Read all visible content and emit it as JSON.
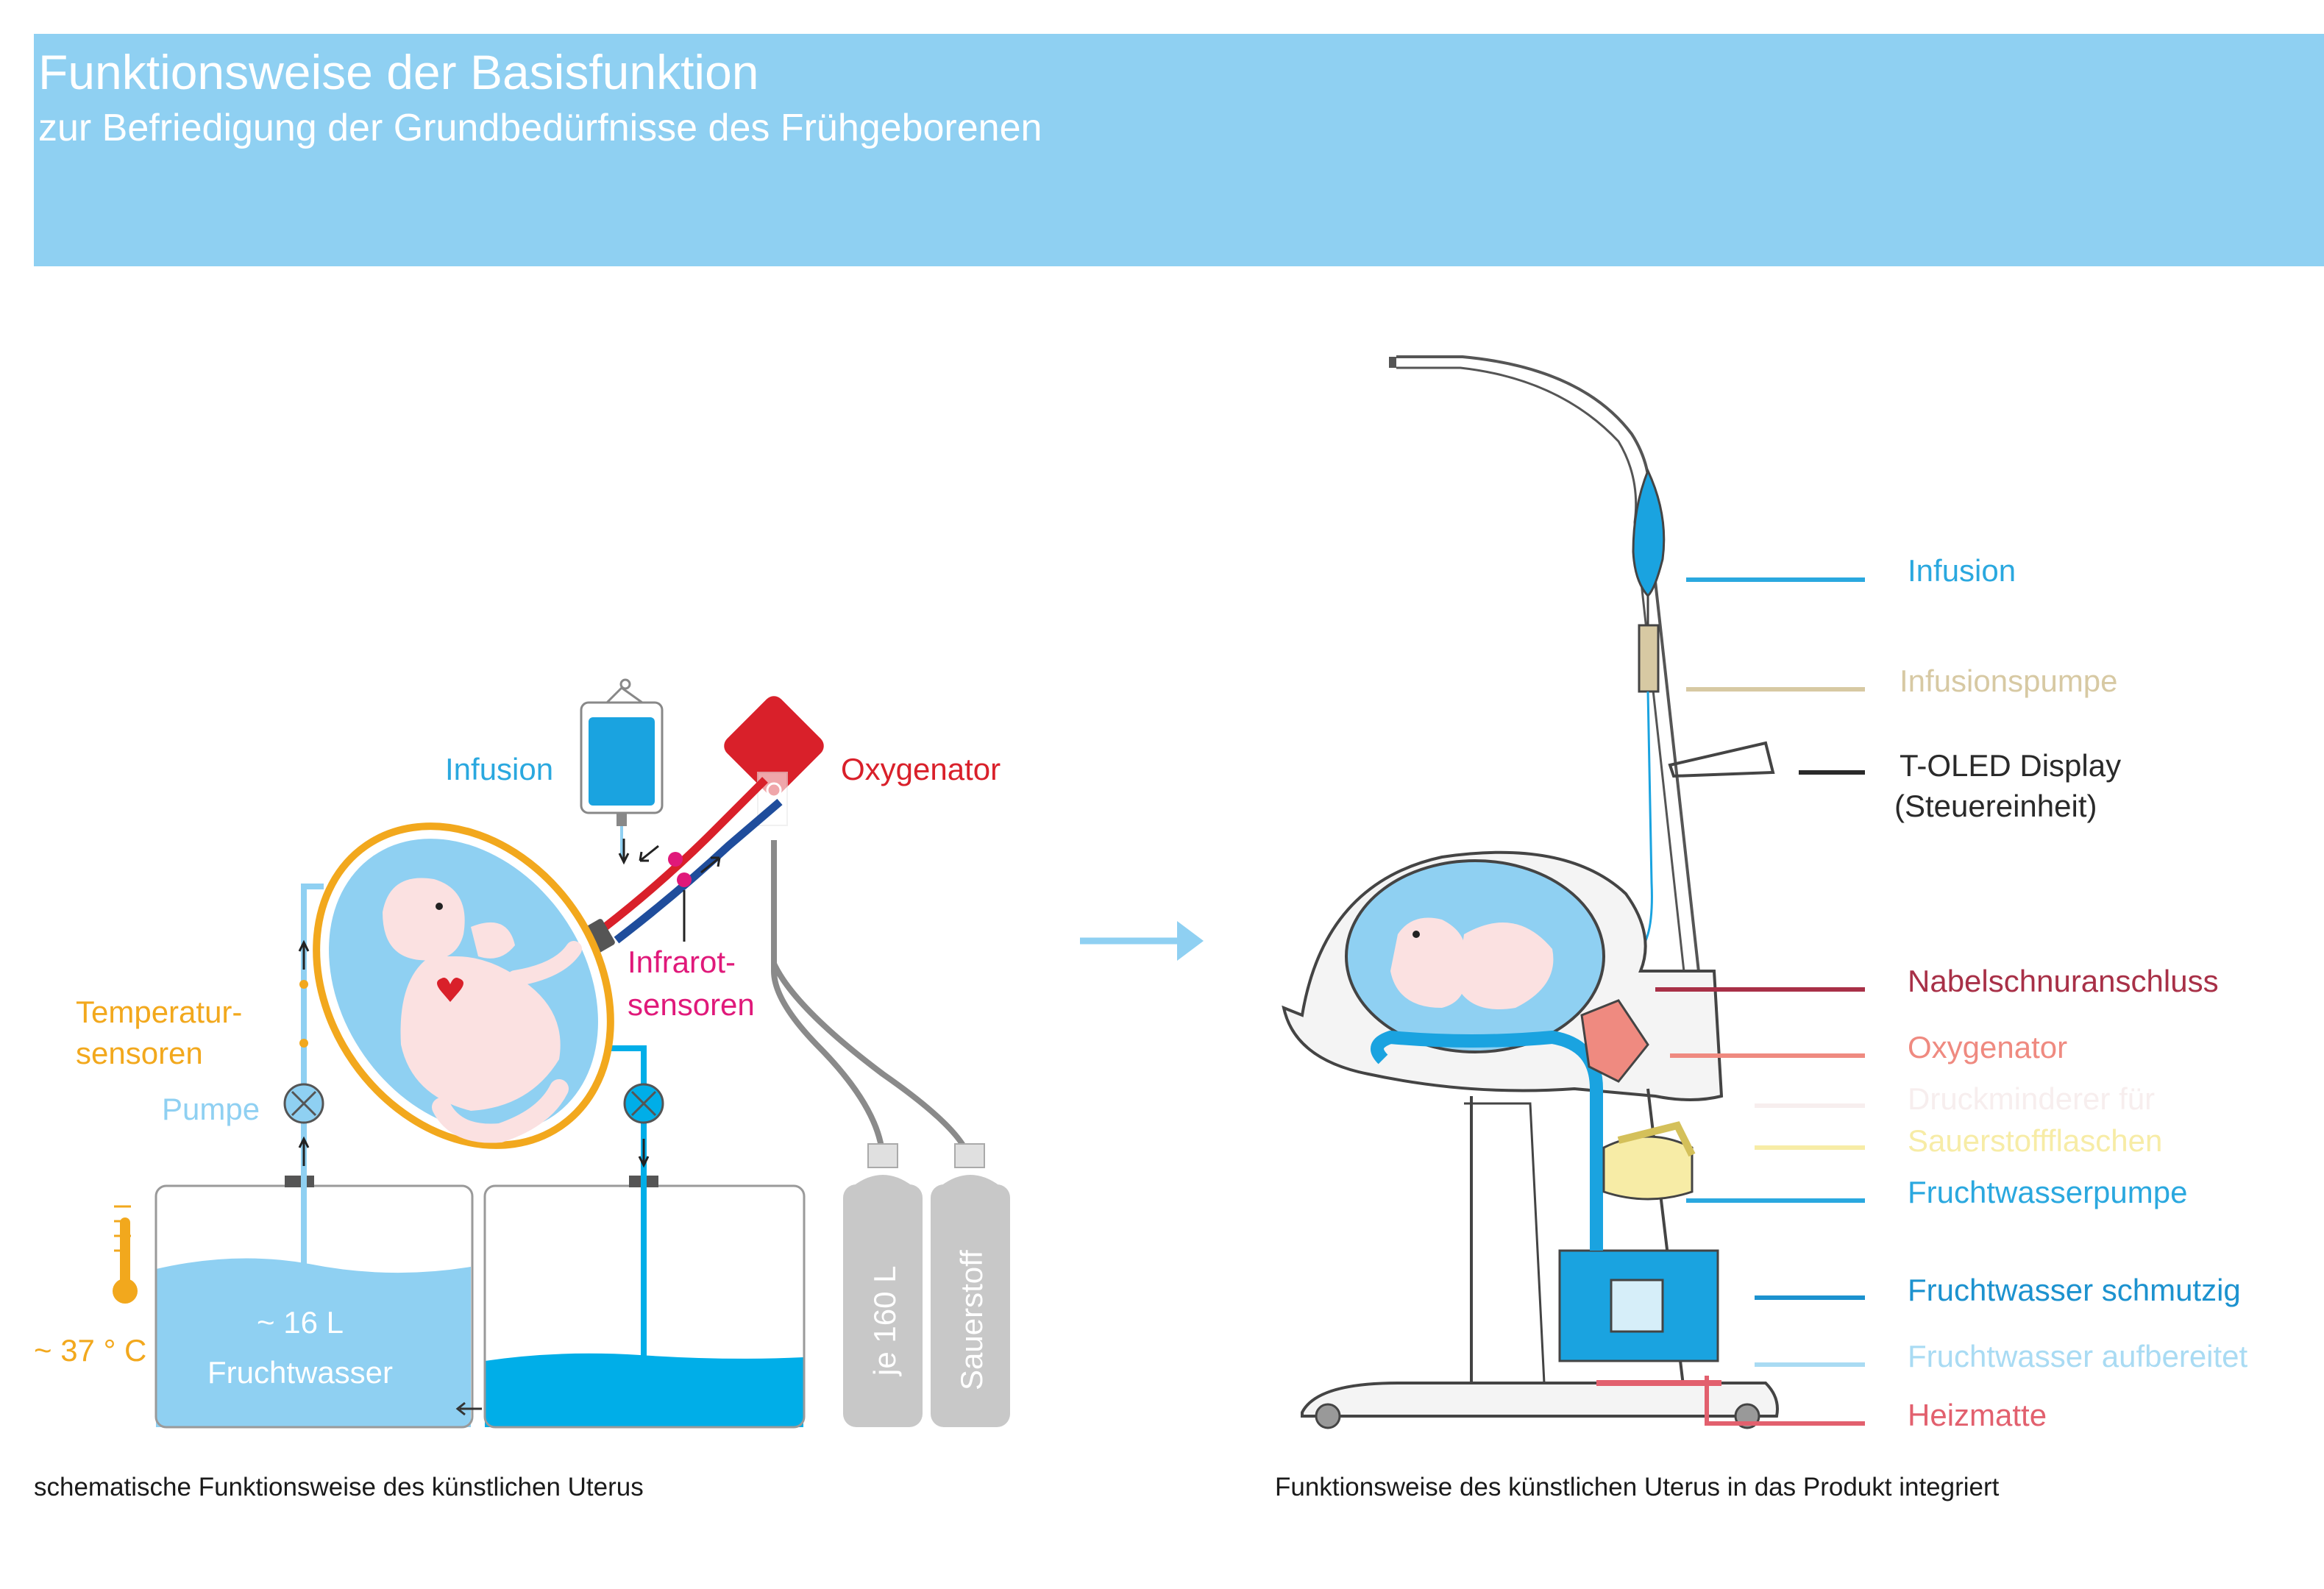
{
  "header": {
    "title": "Funktionsweise der Basisfunktion",
    "subtitle": "zur Befriedigung der Grundbedürfnisse des Frühgeborenen"
  },
  "schematic": {
    "infusion": "Infusion",
    "oxygenator": "Oxygenator",
    "infrared_1": "Infrarot-",
    "infrared_2": "sensoren",
    "temperature_1": "Temperatur-",
    "temperature_2": "sensoren",
    "pump": "Pumpe",
    "temp_value": "~ 37 ° C",
    "tank_volume": "~ 16 L",
    "tank_label": "Fruchtwasser",
    "cylinder_1": "je 160 L",
    "cylinder_2": "Sauerstoff",
    "caption": "schematische Funktionsweise des künstlichen Uterus"
  },
  "product": {
    "caption": "Funktionsweise des künstlichen Uterus in das Produkt integriert",
    "labels": [
      {
        "text": "Infusion",
        "color": "#2aa8df"
      },
      {
        "text": "Infusionspumpe",
        "color": "#d7c9a3"
      },
      {
        "text": "T-OLED Display",
        "color": "#2a2a2a"
      },
      {
        "text": "(Steuereinheit)",
        "color": "#2a2a2a"
      },
      {
        "text": "Nabelschnuranschluss",
        "color": "#a83047"
      },
      {
        "text": "Oxygenator",
        "color": "#ef8a80"
      },
      {
        "text": "Druckminderer für",
        "color": "#f7eeee"
      },
      {
        "text": "Sauerstoffflaschen",
        "color": "#f7eca6"
      },
      {
        "text": "Fruchtwasserpumpe",
        "color": "#2aa8df"
      },
      {
        "text": "Fruchtwasser schmutzig",
        "color": "#1c92cf"
      },
      {
        "text": "Fruchtwasser aufbereitet",
        "color": "#a9dbf3"
      },
      {
        "text": "Heizmatte",
        "color": "#e2606e"
      }
    ]
  },
  "colors": {
    "header": "#8fd0f2",
    "water_dark": "#00aee8",
    "water_light": "#8fd0f2",
    "blood_red": "#d9202a",
    "blood_blue": "#1f4d9c",
    "sensor_magenta": "#e0197a",
    "temp_orange": "#f2a81d",
    "cylinder_grey": "#c8c8c8"
  }
}
